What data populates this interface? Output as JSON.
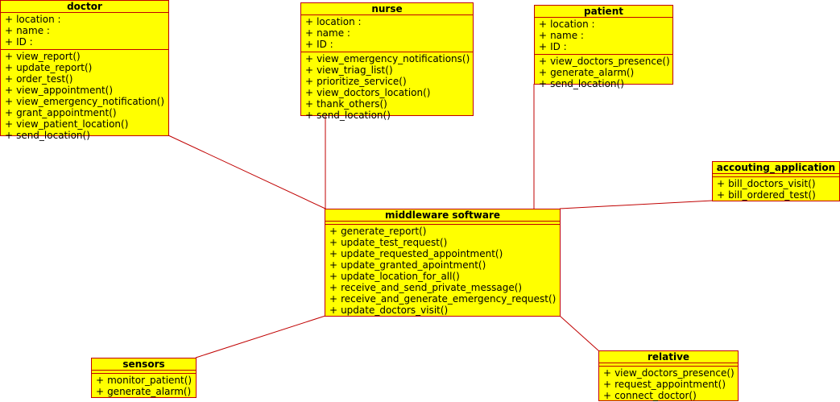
{
  "colors": {
    "fill": "#ffff00",
    "border": "#c00000",
    "line": "#c00000"
  },
  "classes": {
    "doctor": {
      "name": "doctor",
      "attributes": [
        "location :",
        "name :",
        "ID :"
      ],
      "operations": [
        "view_report()",
        "update_report()",
        "order_test()",
        "view_appointment()",
        "view_emergency_notification()",
        "grant_appointment()",
        "view_patient_location()",
        "send_location()"
      ]
    },
    "nurse": {
      "name": "nurse",
      "attributes": [
        "location :",
        "name :",
        "ID :"
      ],
      "operations": [
        "view_emergency_notifications()",
        "view_triag_list()",
        "prioritize_service()",
        "view_doctors_location()",
        "thank_others()",
        "send_location()"
      ]
    },
    "patient": {
      "name": "patient",
      "attributes": [
        "location :",
        "name :",
        "ID :"
      ],
      "operations": [
        "view_doctors_presence()",
        "generate_alarm()",
        "send_location()"
      ]
    },
    "accounting": {
      "name": "accouting_application",
      "attributes": [],
      "operations": [
        "bill_doctors_visit()",
        "bill_ordered_test()"
      ]
    },
    "middleware": {
      "name": "middleware software",
      "attributes": [],
      "operations": [
        "generate_report()",
        "update_test_request()",
        "update_requested_appointment()",
        "update_granted_apointment()",
        "update_location_for_all()",
        "receive_and_send_private_message()",
        "receive_and_generate_emergency_request()",
        "update_doctors_visit()"
      ]
    },
    "sensors": {
      "name": "sensors",
      "attributes": [],
      "operations": [
        "monitor_patient()",
        "generate_alarm()"
      ]
    },
    "relative": {
      "name": "relative",
      "attributes": [],
      "operations": [
        "view_doctors_presence()",
        "request_appointment()",
        "connect_doctor()"
      ]
    }
  },
  "visibility_symbol": "+",
  "associations": [
    {
      "from": "doctor",
      "to": "middleware"
    },
    {
      "from": "nurse",
      "to": "middleware"
    },
    {
      "from": "patient",
      "to": "middleware"
    },
    {
      "from": "accounting",
      "to": "middleware"
    },
    {
      "from": "sensors",
      "to": "middleware"
    },
    {
      "from": "relative",
      "to": "middleware"
    }
  ]
}
